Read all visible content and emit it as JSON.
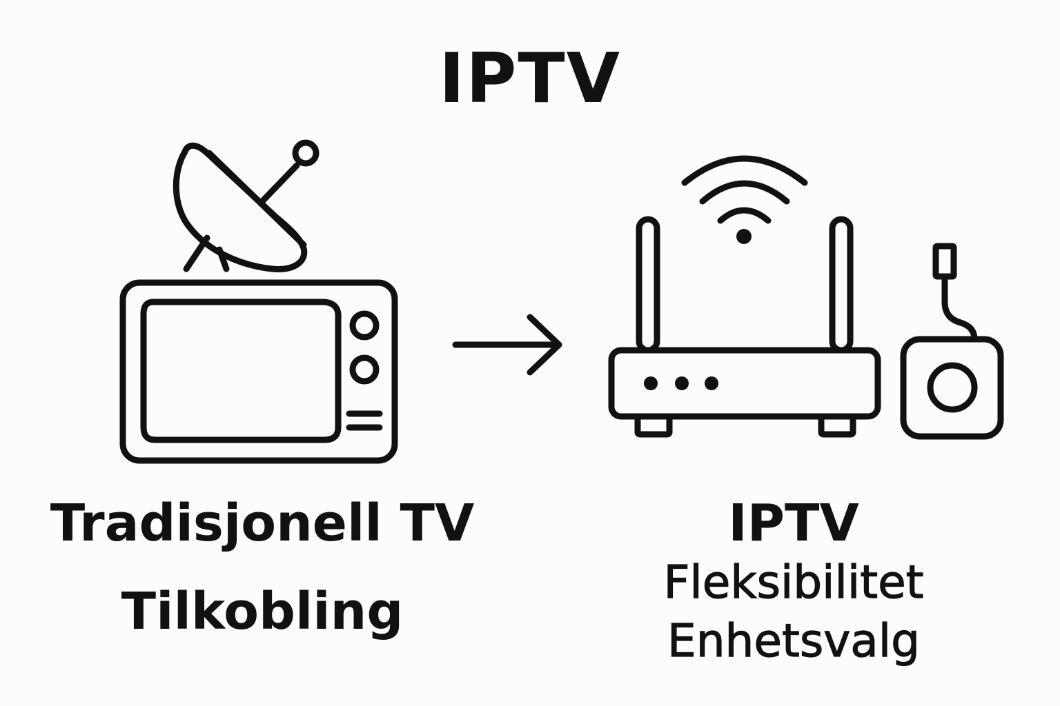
{
  "title": "IPTV",
  "left": {
    "heading": "Tradisjonell TV",
    "subheading": "Tilkobling",
    "icons": [
      "satellite-dish-icon",
      "tv-icon"
    ]
  },
  "right": {
    "heading": "IPTV",
    "features": [
      "Fleksibilitet",
      "Enhetsvalg"
    ],
    "icons": [
      "wifi-icon",
      "router-icon",
      "media-box-icon"
    ]
  },
  "connector": "arrow-right-icon",
  "colors": {
    "background": "#fcfcfa",
    "ink": "#111111"
  }
}
